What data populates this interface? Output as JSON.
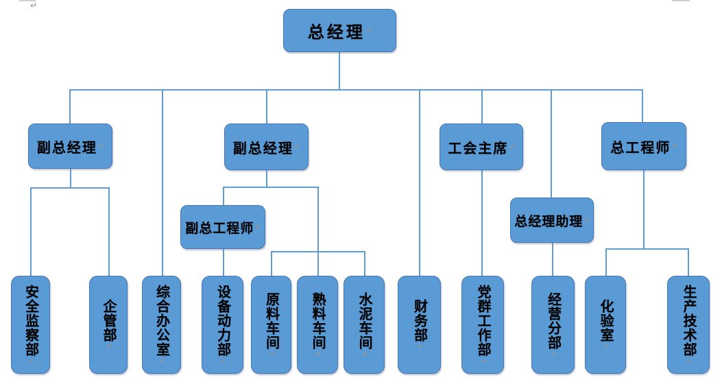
{
  "document": {
    "type": "organization-chart",
    "formatting_return_mark": "↵",
    "corner_pilcrow": "↵"
  },
  "colors": {
    "box_fill": "#5b9bd5",
    "box_border": "#4576b9",
    "connector_line": "#5f9cd6",
    "text": "#000000",
    "return_mark": "#bf9468"
  },
  "nodes": {
    "general_manager": {
      "label": "总经理"
    },
    "deputy_gm_1": {
      "label": "副总经理"
    },
    "deputy_gm_2": {
      "label": "副总经理"
    },
    "union_chairman": {
      "label": "工会主席"
    },
    "chief_engineer": {
      "label": "总工程师"
    },
    "deputy_chief_engineer": {
      "label": "副总工程师"
    },
    "gm_assistant": {
      "label": "总经理助理"
    }
  },
  "departments": [
    {
      "label": "安全监察部"
    },
    {
      "label": "企管部"
    },
    {
      "label": "综合办公室"
    },
    {
      "label": "设备动力部"
    },
    {
      "label": "原料车间"
    },
    {
      "label": "熟料车间"
    },
    {
      "label": "水泥车间"
    },
    {
      "label": "财务部"
    },
    {
      "label": "党群工作部"
    },
    {
      "label": "经营分部"
    },
    {
      "label": "化验室"
    },
    {
      "label": "生产技术部"
    }
  ]
}
